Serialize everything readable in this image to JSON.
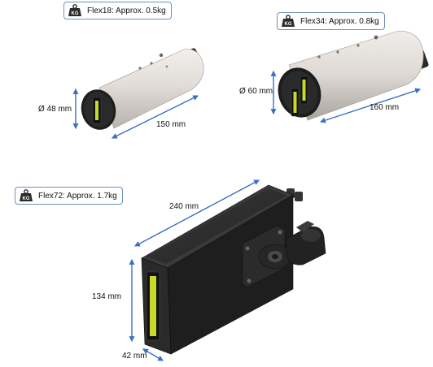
{
  "products": [
    {
      "badge": "Flex18: Approx. 0.5kg",
      "diameter": "Ø 48 mm",
      "length": "150 mm"
    },
    {
      "badge": "Flex34: Approx. 0.8kg",
      "diameter": "Ø 60 mm",
      "length": "160 mm"
    },
    {
      "badge": "Flex72: Approx. 1.7kg",
      "length": "240 mm",
      "height": "134 mm",
      "depth": "42 mm"
    }
  ],
  "weight_icon_text": "KG",
  "colors": {
    "badge_border": "#6f8fbf",
    "dimension_line": "#3a6fc4",
    "sensor_window": "#c8d92a",
    "housing_light": "#e2dedb",
    "housing_dark": "#1f1f1f"
  }
}
